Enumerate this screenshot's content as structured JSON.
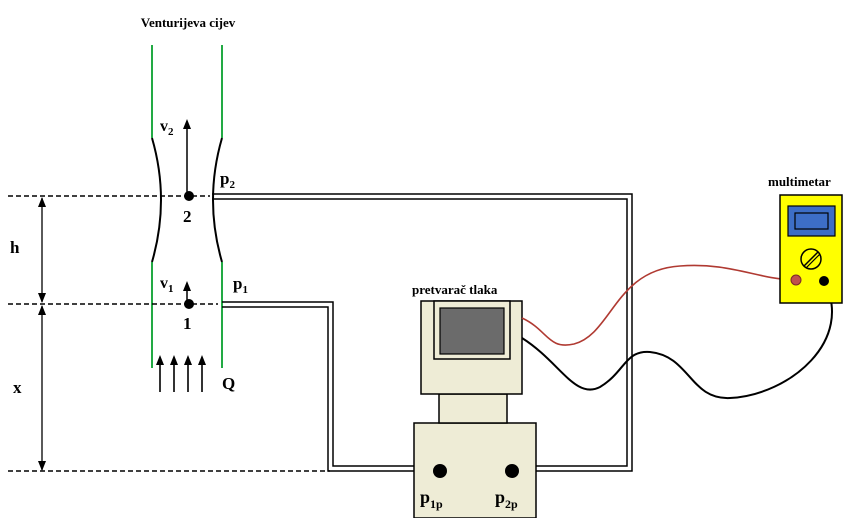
{
  "title": "Venturijeva cijev",
  "labels": {
    "v2": "v",
    "v2_sub": "2",
    "v1": "v",
    "v1_sub": "1",
    "p2": "p",
    "p2_sub": "2",
    "p1": "p",
    "p1_sub": "1",
    "point2": "2",
    "point1": "1",
    "h": "h",
    "x": "x",
    "Q": "Q",
    "p1p": "p",
    "p1p_sub": "1p",
    "p2p": "p",
    "p2p_sub": "2p"
  },
  "transducer": {
    "label": "pretvarač  tlaka"
  },
  "multimeter": {
    "label": "multimetar"
  },
  "colors": {
    "tube_wall": "#22aa44",
    "device_fill": "#eeecd6",
    "screen_fill": "#6b6b6b",
    "meter_body": "#ffff00",
    "meter_display": "#3d6ec6",
    "red_wire": "#b03a32",
    "black_wire": "#000000",
    "red_probe": "#c0504d"
  }
}
